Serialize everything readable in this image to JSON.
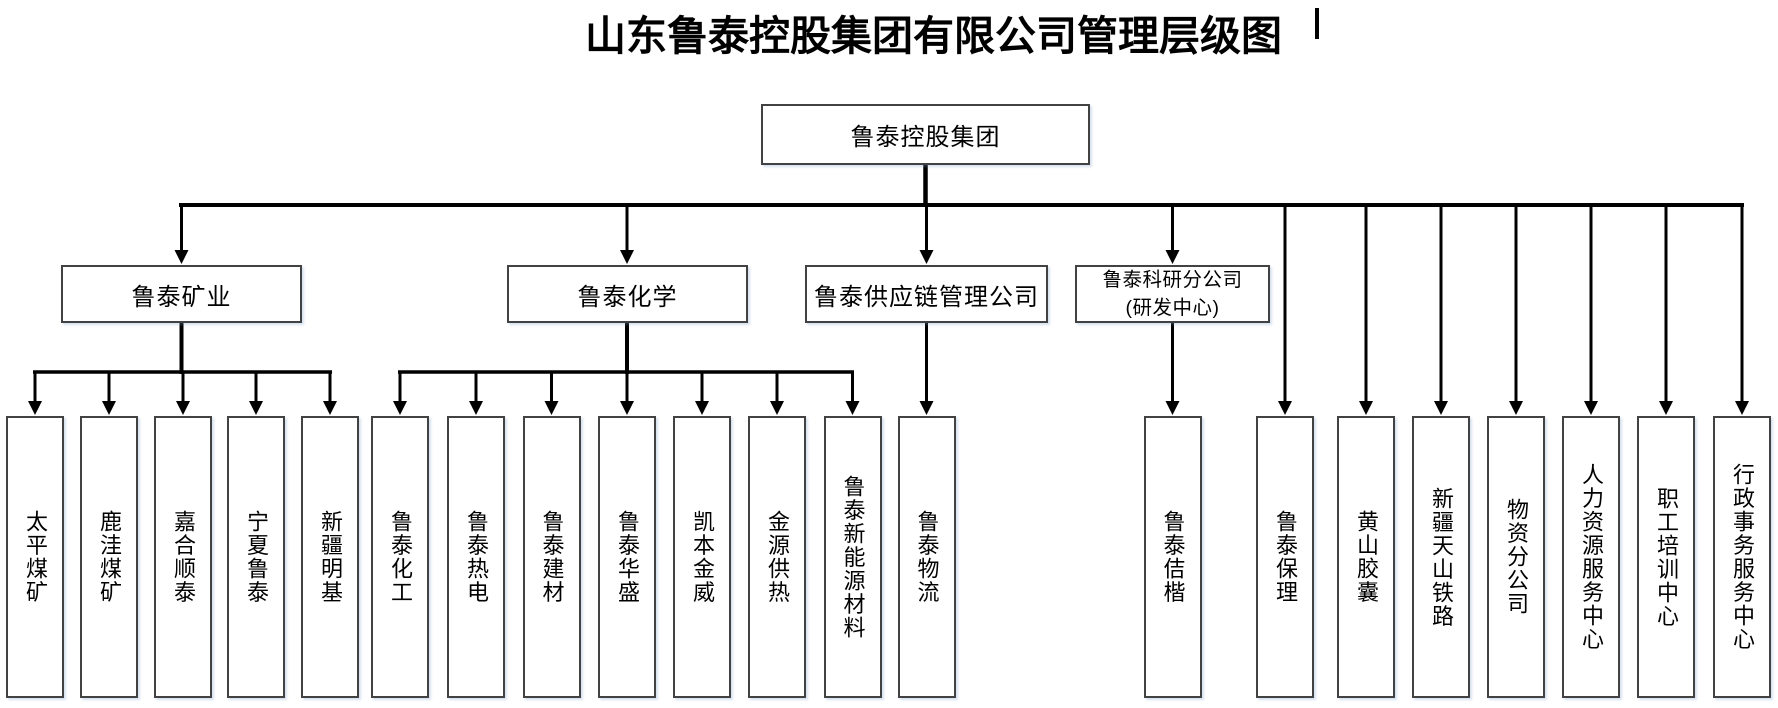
{
  "title": {
    "text": "山东鲁泰控股集团有限公司管理层级图"
  },
  "colors": {
    "line": "#000000",
    "box_border": "#424242",
    "background": "#ffffff",
    "text": "#000000"
  },
  "org": {
    "root": {
      "label": "鲁泰控股集团"
    },
    "divisions": [
      {
        "label": "鲁泰矿业",
        "children": [
          {
            "label": "太平煤矿"
          },
          {
            "label": "鹿洼煤矿"
          },
          {
            "label": "嘉合顺泰"
          },
          {
            "label": "宁夏鲁泰"
          },
          {
            "label": "新疆明基"
          }
        ]
      },
      {
        "label": "鲁泰化学",
        "children": [
          {
            "label": "鲁泰化工"
          },
          {
            "label": "鲁泰热电"
          },
          {
            "label": "鲁泰建材"
          },
          {
            "label": "鲁泰华盛"
          },
          {
            "label": "凯本金威"
          },
          {
            "label": "金源供热"
          },
          {
            "label": "鲁泰新能源材料"
          }
        ]
      },
      {
        "label": "鲁泰供应链管理公司",
        "children": [
          {
            "label": "鲁泰物流"
          }
        ]
      },
      {
        "label": "鲁泰科研分公司",
        "label_line2": "(研发中心)",
        "children": [
          {
            "label": "鲁泰佶楷"
          }
        ]
      }
    ],
    "headquarters_children": [
      {
        "label": "鲁泰保理"
      },
      {
        "label": "黄山胶囊"
      },
      {
        "label": "新疆天山铁路"
      },
      {
        "label": "物资分公司"
      },
      {
        "label": "人力资源服务中心"
      },
      {
        "label": "职工培训中心"
      },
      {
        "label": "行政事务服务中心"
      }
    ]
  }
}
